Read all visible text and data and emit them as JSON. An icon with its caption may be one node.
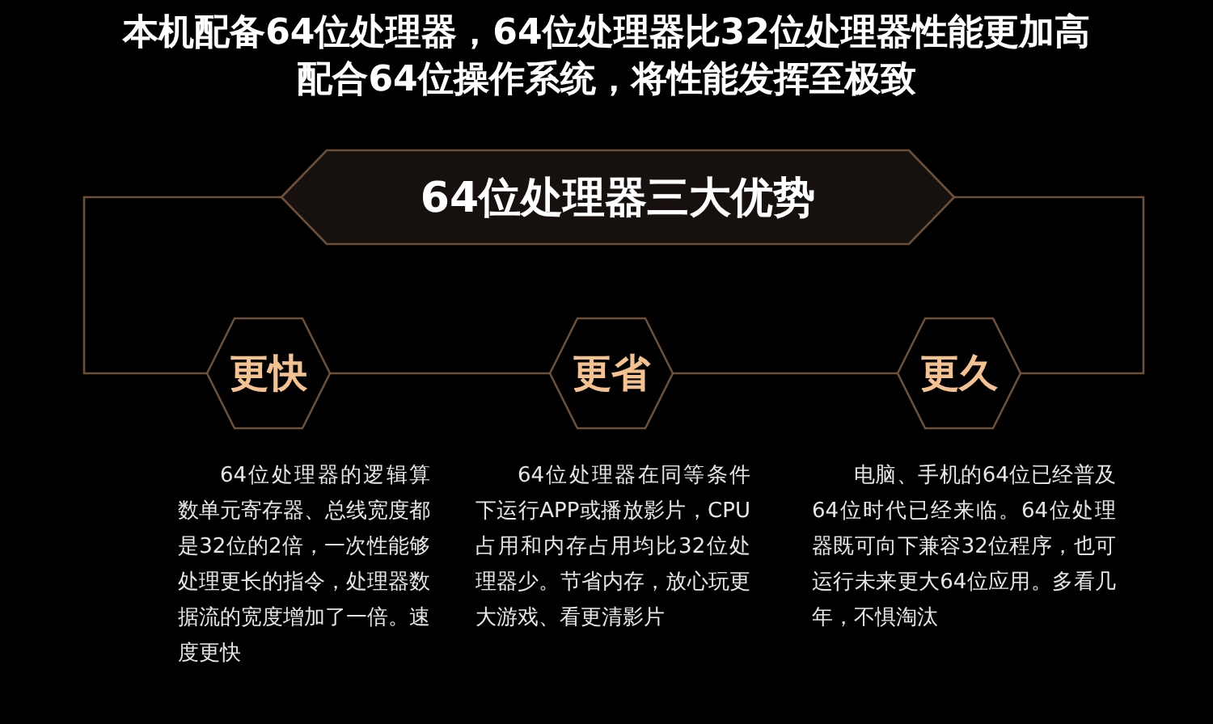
{
  "diagram": {
    "title": "本机配备64位处理器，64位处理器比32位处理器性能更加高配合64位操作系统，将性能发挥至极致",
    "nodes": [
      {
        "text": [
          "64位处理器三大优势"
        ]
      },
      {
        "text": [
          "更快"
        ],
        "beside": [
          "64位处理器的逻辑算数单元寄存器、总线宽度都是32位的2倍，一次性能够处理更长的指令，处理器数据流的宽度增加了一倍。速度更快"
        ]
      },
      {
        "text": [
          "更省"
        ],
        "beside": [
          "64位处理器在同等条件下运行APP或播放影片，CPU占用和内存占用均比32位处理器少。节省内存，放心玩更大游戏、看更清影片"
        ]
      },
      {
        "text": [
          "更久"
        ],
        "beside": [
          "电脑、手机的64位已经普及64位时代已经来临。64位处理器既可向下兼容32位程序，也可运行未来更大64位应用。多看几年，不惧淘汰"
        ]
      }
    ],
    "edges": [
      {
        "from": 0,
        "to": 1,
        "arrow": "none"
      },
      {
        "from": 0,
        "to": 3,
        "arrow": "none"
      },
      {
        "from": 1,
        "to": 2,
        "arrow": "none"
      },
      {
        "from": 2,
        "to": 3,
        "arrow": "none"
      }
    ]
  }
}
